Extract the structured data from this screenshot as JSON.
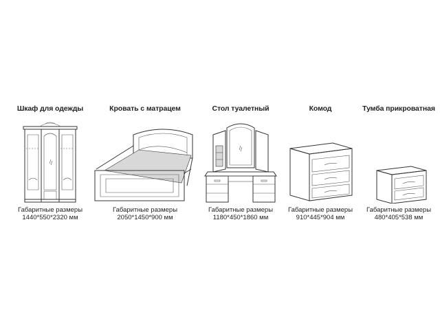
{
  "colors": {
    "background": "#ffffff",
    "text": "#222222",
    "line": "#333333"
  },
  "items": [
    {
      "title": "Шкаф для одежды",
      "label": "Габаритные размеры",
      "dimensions": "1440*550*2320 мм"
    },
    {
      "title": "Кровать с матрацем",
      "label": "Габаритные размеры",
      "dimensions": "2050*1450*900 мм"
    },
    {
      "title": "Стол туалетный",
      "label": "Габаритные размеры",
      "dimensions": "1180*450*1860 мм"
    },
    {
      "title": "Комод",
      "label": "Габаритные размеры",
      "dimensions": "910*445*904 мм"
    },
    {
      "title": "Тумба прикроватная",
      "label": "Габаритные размеры",
      "dimensions": "480*405*538 мм"
    }
  ]
}
